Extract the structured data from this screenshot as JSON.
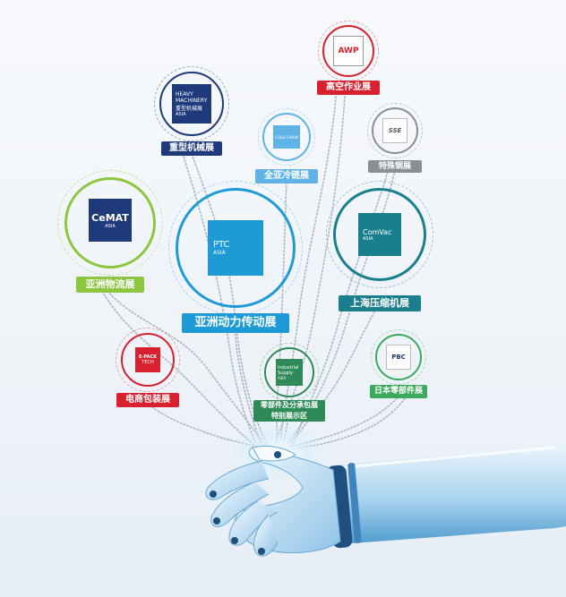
{
  "colors": {
    "navy": "#1f3a7a",
    "green": "#8cc63f",
    "blue": "#1e9bd7",
    "teal": "#1a7f8c",
    "red": "#d9202e",
    "grey": "#8a8f96",
    "lightblue": "#5fb3e6",
    "darkgreen": "#2e8b57",
    "mint": "#3aaa5c"
  },
  "exhibitions": [
    {
      "id": "heavy-machinery",
      "name": "重型机械展",
      "logo_lines": [
        "HEAVY",
        "MACHINERY",
        "重型机械展",
        "ASIA"
      ]
    },
    {
      "id": "aerial-work",
      "name": "高空作业展",
      "logo_lines": [
        "AWP"
      ]
    },
    {
      "id": "cold-chain",
      "name": "全亚冷链展",
      "logo_lines": [
        "COLD CHAIN"
      ]
    },
    {
      "id": "special-steel",
      "name": "特殊钢展",
      "logo_lines": [
        "SSE"
      ]
    },
    {
      "id": "cemat",
      "name": "亚洲物流展",
      "logo_lines": [
        "CeMAT",
        "ASIA"
      ]
    },
    {
      "id": "ptc",
      "name": "亚洲动力传动展",
      "logo_lines": [
        "PTC",
        "ASIA"
      ]
    },
    {
      "id": "comvac",
      "name": "上海压缩机展",
      "logo_lines": [
        "ComVac",
        "ASIA"
      ]
    },
    {
      "id": "ecommerce-packaging",
      "name": "电商包装展",
      "logo_lines": [
        "E-PACK",
        "TECH"
      ]
    },
    {
      "id": "industrial-supply",
      "name": "零部件及分承包展\n特别展示区",
      "logo_lines": [
        "Industrial",
        "Supply",
        "ASIA"
      ]
    },
    {
      "id": "japan-parts",
      "name": "日本零部件展",
      "logo_lines": [
        "PBC"
      ]
    }
  ]
}
